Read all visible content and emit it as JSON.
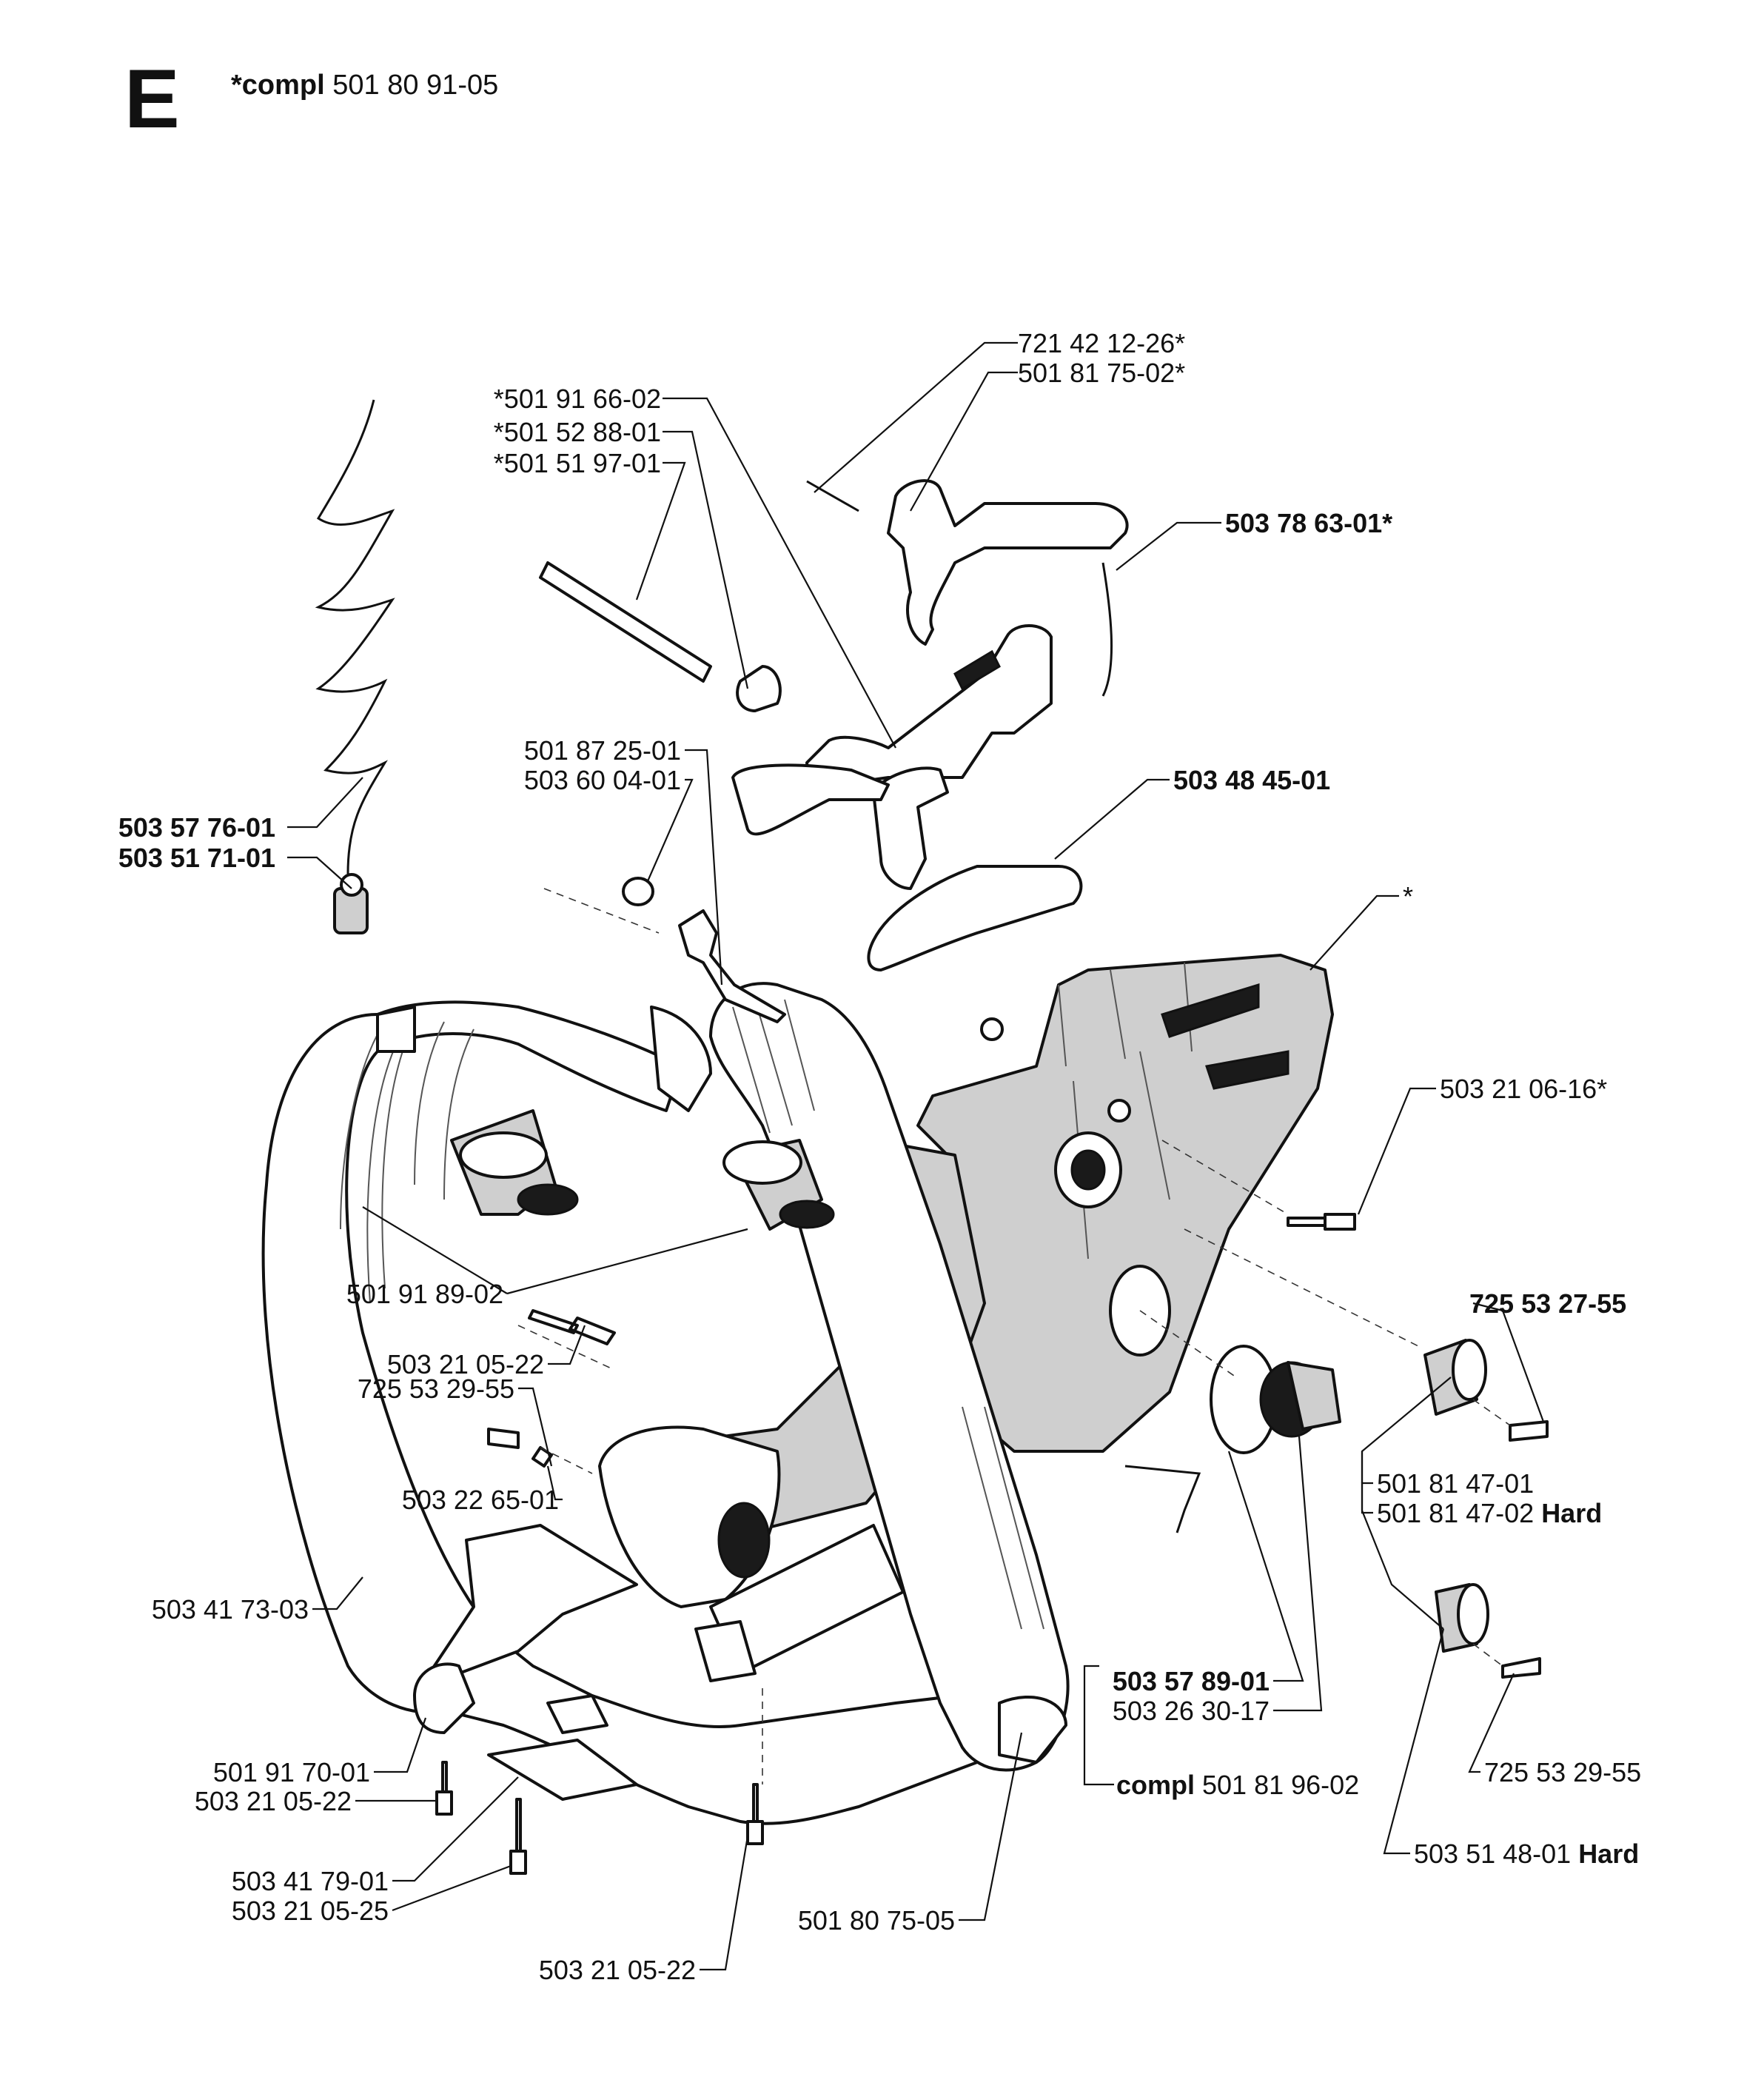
{
  "header": {
    "section_letter": "E",
    "compl_label": "*compl",
    "compl_number": "501 80 91-05"
  },
  "labels": [
    {
      "id": "l01",
      "parts": [
        {
          "t": "721 42 12-26*",
          "bold": false
        }
      ]
    },
    {
      "id": "l02",
      "parts": [
        {
          "t": "501 81 75-02*",
          "bold": false
        }
      ]
    },
    {
      "id": "l03",
      "parts": [
        {
          "t": "*501 91 66-02",
          "bold": false
        }
      ]
    },
    {
      "id": "l04",
      "parts": [
        {
          "t": "*501 52 88-01",
          "bold": false
        }
      ]
    },
    {
      "id": "l05",
      "parts": [
        {
          "t": "*501 51 97-01",
          "bold": false
        }
      ]
    },
    {
      "id": "l06",
      "parts": [
        {
          "t": "503 78 63-01*",
          "bold": true
        }
      ]
    },
    {
      "id": "l07",
      "parts": [
        {
          "t": "501 87 25-01",
          "bold": false
        }
      ]
    },
    {
      "id": "l08",
      "parts": [
        {
          "t": "503 60 04-01",
          "bold": false
        }
      ]
    },
    {
      "id": "l09",
      "parts": [
        {
          "t": "503 48 45-01",
          "bold": true
        }
      ]
    },
    {
      "id": "l10",
      "parts": [
        {
          "t": "503 57 76-01",
          "bold": true
        }
      ]
    },
    {
      "id": "l11",
      "parts": [
        {
          "t": "503 51 71-01",
          "bold": true
        }
      ]
    },
    {
      "id": "l12",
      "parts": [
        {
          "t": "*",
          "bold": false
        }
      ]
    },
    {
      "id": "l13",
      "parts": [
        {
          "t": "503 21 06-16*",
          "bold": false
        }
      ]
    },
    {
      "id": "l14",
      "parts": [
        {
          "t": "501 91 89-02",
          "bold": false
        }
      ]
    },
    {
      "id": "l15",
      "parts": [
        {
          "t": "503 21 05-22",
          "bold": false
        }
      ]
    },
    {
      "id": "l16",
      "parts": [
        {
          "t": "725 53 29-55",
          "bold": false
        }
      ]
    },
    {
      "id": "l17",
      "parts": [
        {
          "t": "725 53 27-55",
          "bold": true
        }
      ]
    },
    {
      "id": "l18",
      "parts": [
        {
          "t": "503 22 65-01",
          "bold": false
        }
      ]
    },
    {
      "id": "l19",
      "parts": [
        {
          "t": "501 81 47-01",
          "bold": false
        }
      ]
    },
    {
      "id": "l20",
      "parts": [
        {
          "t": "501 81 47-02 ",
          "bold": false
        },
        {
          "t": "Hard",
          "bold": true
        }
      ]
    },
    {
      "id": "l21",
      "parts": [
        {
          "t": "503 41 73-03",
          "bold": false
        }
      ]
    },
    {
      "id": "l22",
      "parts": [
        {
          "t": "503 57 89-01",
          "bold": true
        }
      ]
    },
    {
      "id": "l23",
      "parts": [
        {
          "t": "503 26 30-17",
          "bold": false
        }
      ]
    },
    {
      "id": "l24",
      "parts": [
        {
          "t": "compl ",
          "bold": true
        },
        {
          "t": "501 81 96-02",
          "bold": false
        }
      ]
    },
    {
      "id": "l25",
      "parts": [
        {
          "t": "725 53 29-55",
          "bold": false
        }
      ]
    },
    {
      "id": "l26",
      "parts": [
        {
          "t": "501 91 70-01",
          "bold": false
        }
      ]
    },
    {
      "id": "l27",
      "parts": [
        {
          "t": "503 21 05-22",
          "bold": false
        }
      ]
    },
    {
      "id": "l28",
      "parts": [
        {
          "t": "503 51 48-01 ",
          "bold": false
        },
        {
          "t": "Hard",
          "bold": true
        }
      ]
    },
    {
      "id": "l29",
      "parts": [
        {
          "t": "503 41 79-01",
          "bold": false
        }
      ]
    },
    {
      "id": "l30",
      "parts": [
        {
          "t": "503 21 05-25",
          "bold": false
        }
      ]
    },
    {
      "id": "l31",
      "parts": [
        {
          "t": "501 80 75-05",
          "bold": false
        }
      ]
    },
    {
      "id": "l32",
      "parts": [
        {
          "t": "503 21 05-22",
          "bold": false
        }
      ]
    }
  ]
}
